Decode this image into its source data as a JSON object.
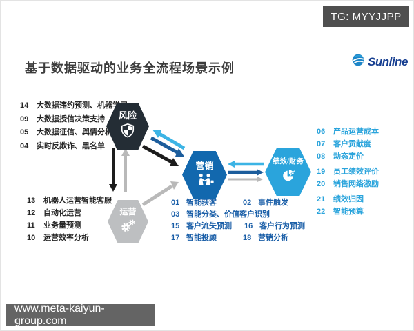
{
  "badge": {
    "text": "TG: MYYJJPP"
  },
  "title": "基于数据驱动的业务全流程场景示例",
  "logo": {
    "text": "Sunline"
  },
  "nodes": {
    "risk": {
      "label": "风险",
      "color": "#242d35",
      "icon": "shield-icon"
    },
    "marketing": {
      "label": "营销",
      "color": "#1268ae",
      "icon": "people-handshake-icon"
    },
    "performance": {
      "label": "绩效/财务",
      "color": "#2aa4dc",
      "icon": "pie-chart-icon"
    },
    "operations": {
      "label": "运营",
      "color": "#bdbfc1",
      "icon": "gears-icon"
    }
  },
  "lists": {
    "risk": [
      {
        "num": "14",
        "text": "大数据违约预测、机器学习"
      },
      {
        "num": "09",
        "text": "大数据授信决策支持"
      },
      {
        "num": "05",
        "text": "大数据征信、舆情分析"
      },
      {
        "num": "04",
        "text": "实时反欺诈、黑名单"
      }
    ],
    "operations": [
      {
        "num": "13",
        "text": "机器人运营智能客服"
      },
      {
        "num": "12",
        "text": "自动化运营"
      },
      {
        "num": "11",
        "text": "业务量预测"
      },
      {
        "num": "10",
        "text": "运营效率分析"
      }
    ],
    "performance": [
      {
        "num": "06",
        "text": "产品运营成本"
      },
      {
        "num": "07",
        "text": "客户贡献度"
      },
      {
        "num": "08",
        "text": "动态定价"
      },
      {
        "num": "19",
        "text": "员工绩效评价"
      },
      {
        "num": "20",
        "text": "销售网络激励"
      },
      {
        "num": "21",
        "text": "绩效归因"
      },
      {
        "num": "22",
        "text": "智能预算"
      }
    ],
    "marketing": [
      [
        {
          "num": "01",
          "text": "智能获客"
        },
        {
          "num": "02",
          "text": "事件触发"
        }
      ],
      [
        {
          "num": "03",
          "text": "智能分类、价值客户识别"
        }
      ],
      [
        {
          "num": "15",
          "text": "客户流失预测"
        },
        {
          "num": "16",
          "text": "客户行为预测"
        }
      ],
      [
        {
          "num": "17",
          "text": "智能投顾"
        },
        {
          "num": "18",
          "text": "营销分析"
        }
      ]
    ]
  },
  "footer": {
    "url": "www.meta-kaiyun-group.com"
  },
  "colors": {
    "arrow_light_blue": "#3cb4e5",
    "arrow_dark_blue": "#1c5d9c",
    "arrow_black": "#1c1c1c",
    "arrow_gray": "#b9b9b9",
    "badge_bg": "#4f4f4f",
    "footer_bg": "#646464",
    "text_dark": "#262626",
    "text_blue": "#1b5fa8",
    "text_light_blue": "#2aa4dc",
    "logo_blue": "#173f91"
  }
}
